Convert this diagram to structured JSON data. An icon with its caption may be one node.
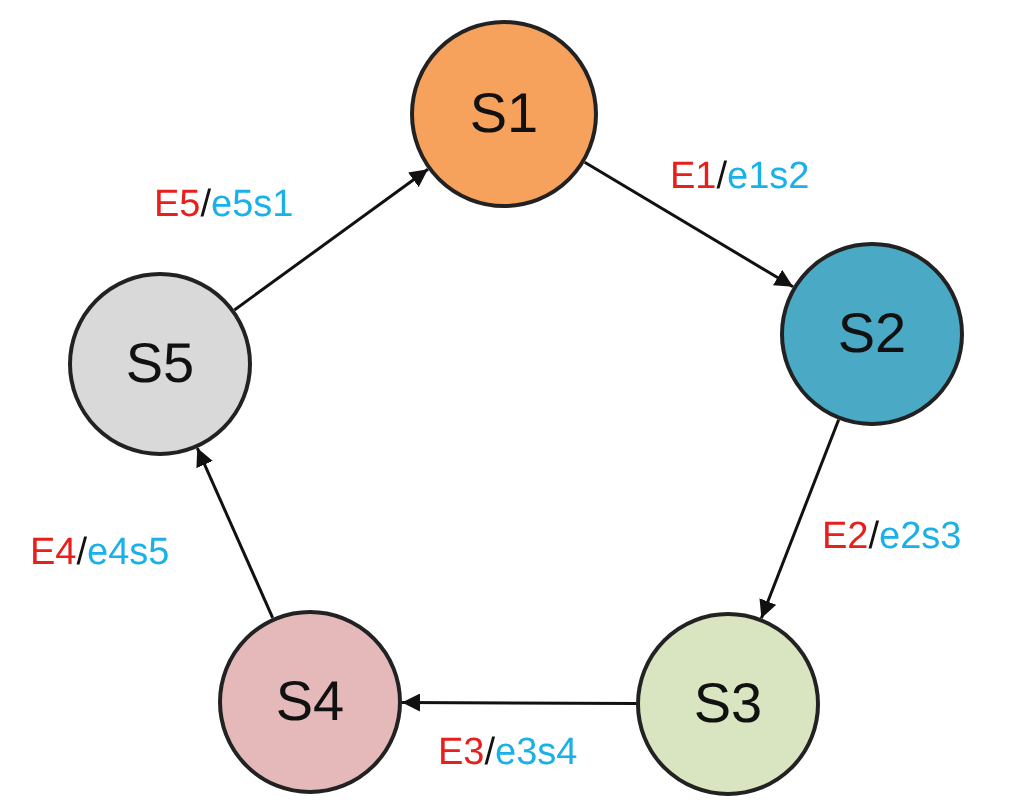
{
  "diagram": {
    "nodes": [
      {
        "text": [
          "S1"
        ]
      },
      {
        "text": [
          "S2"
        ]
      },
      {
        "text": [
          "S3"
        ]
      },
      {
        "text": [
          "S4"
        ]
      },
      {
        "text": [
          "S5"
        ]
      }
    ],
    "edges": [
      {
        "from": 0,
        "to": 1,
        "arrow": "to",
        "label": "E1/e1s2"
      },
      {
        "from": 1,
        "to": 2,
        "arrow": "to",
        "label": "E2/e2s3"
      },
      {
        "from": 2,
        "to": 3,
        "arrow": "to",
        "label": "E3/e3s4"
      },
      {
        "from": 3,
        "to": 4,
        "arrow": "to",
        "label": "E4/e4s5"
      },
      {
        "from": 4,
        "to": 0,
        "arrow": "to",
        "label": "E5/e5s1"
      }
    ]
  }
}
